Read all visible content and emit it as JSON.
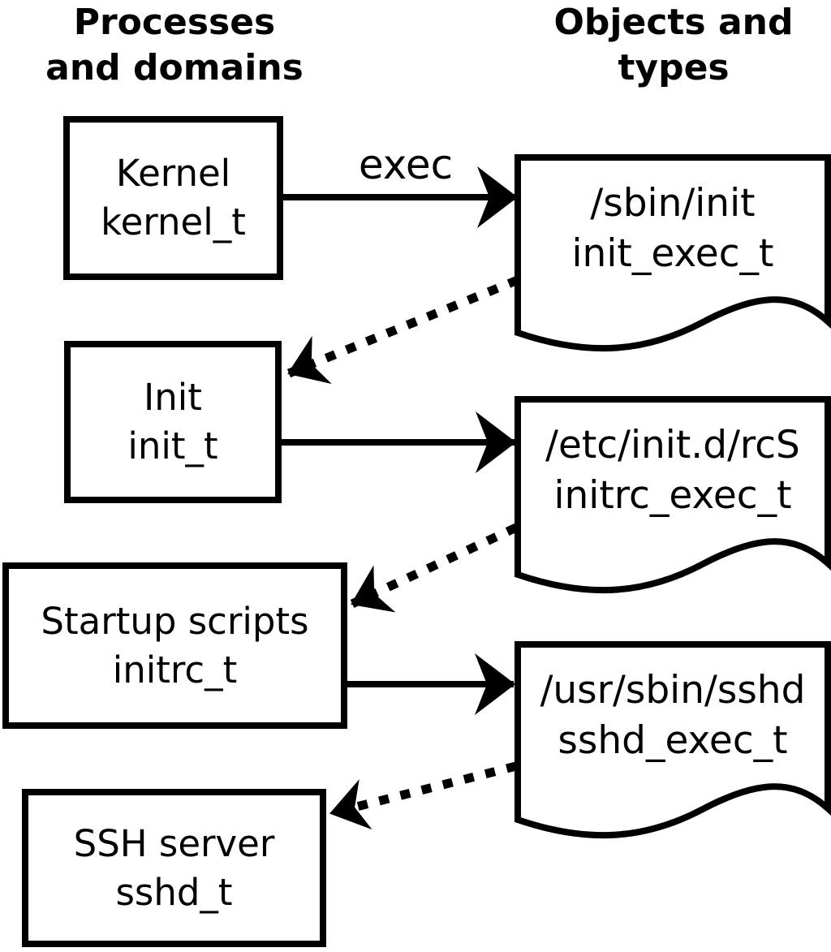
{
  "headers": {
    "processes": {
      "line1": "Processes",
      "line2": "and domains"
    },
    "objects": {
      "line1": "Objects and",
      "line2": "types"
    }
  },
  "labels": {
    "exec": "exec"
  },
  "process_boxes": [
    {
      "name": "Kernel",
      "domain": "kernel_t"
    },
    {
      "name": "Init",
      "domain": "init_t"
    },
    {
      "name": "Startup scripts",
      "domain": "initrc_t"
    },
    {
      "name": "SSH server",
      "domain": "sshd_t"
    }
  ],
  "object_docs": [
    {
      "path": "/sbin/init",
      "type": "init_exec_t"
    },
    {
      "path": "/etc/init.d/rcS",
      "type": "initrc_exec_t"
    },
    {
      "path": "/usr/sbin/sshd",
      "type": "sshd_exec_t"
    }
  ],
  "colors": {
    "ink": "#000000",
    "background": "#ffffff"
  }
}
